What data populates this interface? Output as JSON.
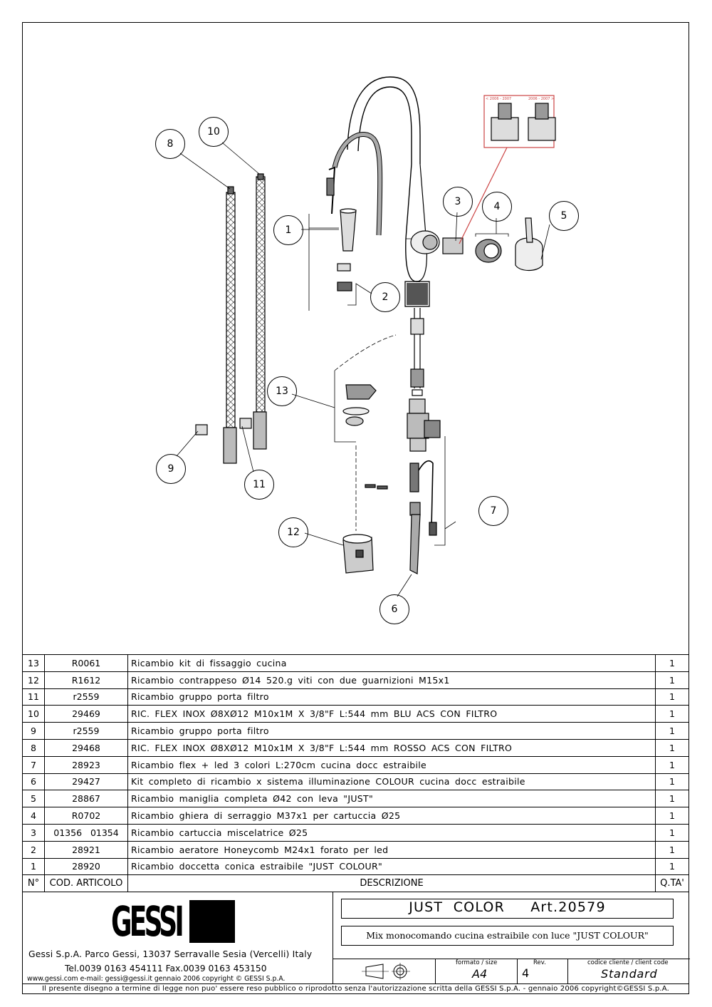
{
  "callouts": [
    "1",
    "2",
    "3",
    "4",
    "5",
    "6",
    "7",
    "8",
    "9",
    "10",
    "11",
    "12",
    "13"
  ],
  "inset_labels": {
    "left": "< 2006 - 2007",
    "right": "2006 - 2007 >"
  },
  "table": {
    "rows": [
      {
        "n": "13",
        "code": "R0061",
        "desc": "Ricambio kit di fissaggio cucina",
        "qty": "1"
      },
      {
        "n": "12",
        "code": "R1612",
        "desc": "Ricambio contrappeso Ø14 520.g viti con due guarnizioni M15x1",
        "qty": "1"
      },
      {
        "n": "11",
        "code": "r2559",
        "desc": "Ricambio gruppo porta filtro",
        "qty": "1"
      },
      {
        "n": "10",
        "code": "29469",
        "desc": "RIC. FLEX INOX Ø8XØ12 M10x1M X 3/8\"F L:544 mm BLU ACS CON FILTRO",
        "qty": "1"
      },
      {
        "n": "9",
        "code": "r2559",
        "desc": "Ricambio gruppo porta filtro",
        "qty": "1"
      },
      {
        "n": "8",
        "code": "29468",
        "desc": "RIC. FLEX INOX Ø8XØ12 M10x1M X 3/8\"F L:544 mm ROSSO ACS CON FILTRO",
        "qty": "1"
      },
      {
        "n": "7",
        "code": "28923",
        "desc": "Ricambio flex + led 3 colori L:270cm cucina docc estraibile",
        "qty": "1"
      },
      {
        "n": "6",
        "code": "29427",
        "desc": "Kit completo di ricambio x sistema illuminazione COLOUR cucina docc estraibile",
        "qty": "1"
      },
      {
        "n": "5",
        "code": "28867",
        "desc": "Ricambio maniglia completa Ø42 con leva \"JUST\"",
        "qty": "1"
      },
      {
        "n": "4",
        "code": "R0702",
        "desc": "Ricambio ghiera di serraggio M37x1 per cartuccia Ø25",
        "qty": "1"
      },
      {
        "n": "3",
        "code": "01356   01354",
        "desc": "Ricambio cartuccia miscelatrice Ø25",
        "qty": "1"
      },
      {
        "n": "2",
        "code": "28921",
        "desc": "Ricambio aeratore Honeycomb M24x1 forato per led",
        "qty": "1"
      },
      {
        "n": "1",
        "code": "28920",
        "desc": "Ricambio doccetta conica estraibile \"JUST COLOUR\"",
        "qty": "1"
      }
    ],
    "header": {
      "n": "N°",
      "code": "COD. ARTICOLO",
      "desc": "DESCRIZIONE",
      "qty": "Q.TA'"
    }
  },
  "company": {
    "logo_text": "GESSI",
    "address": "Gessi S.p.A. Parco Gessi, 13037 Serravalle Sesia (Vercelli) Italy",
    "phone": "Tel.0039 0163 454111 Fax.0039 0163 453150",
    "web": "www.gessi.com  e-mail: gessi@gessi.it   gennaio 2006   copyright © GESSI S.p.A."
  },
  "title_block": {
    "product": "JUST  COLOR     Art.20579",
    "subtitle": "Mix monocomando cucina estraibile con luce \"JUST COLOUR\"",
    "format_label": "formato / size",
    "format_value": "A4",
    "rev_label": "Rev.",
    "rev_value": "4",
    "client_label": "codice cliente / client code",
    "client_value": "Standard"
  },
  "footer": "Il presente disegno a termine di legge non puo' essere reso pubblico o riprodotto senza l'autorizzazione scritta della GESSI S.p.A. - gennaio 2006  copyright©GESSI S.p.A."
}
